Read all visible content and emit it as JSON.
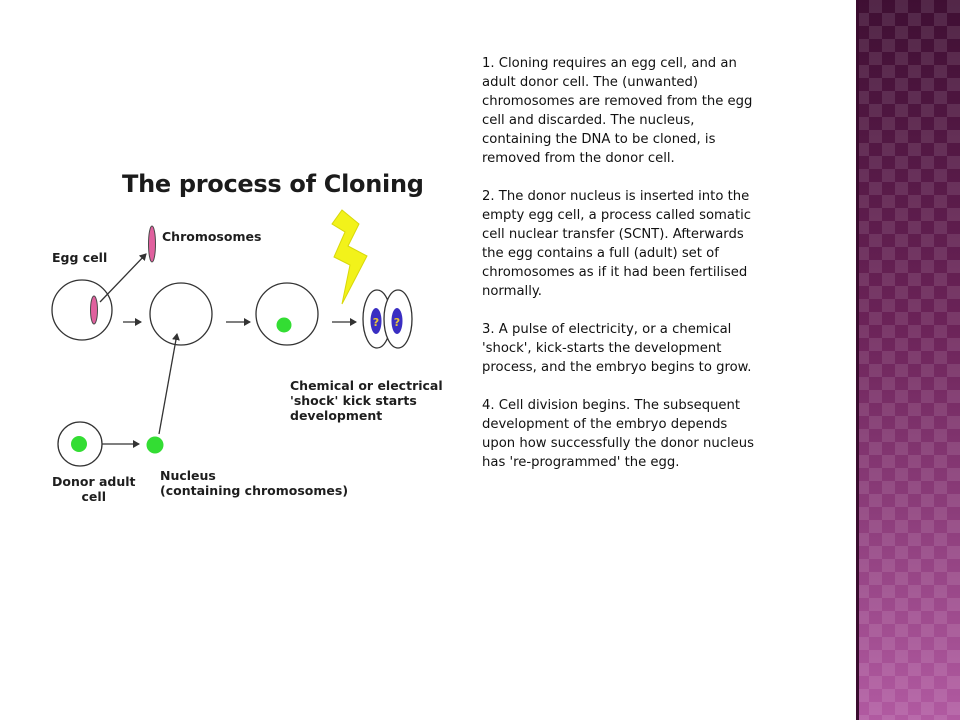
{
  "theme": {
    "sidebar_color": "#5a1a47",
    "sidebar_pattern": "diamond-lattice",
    "cell_green": "#33dd33",
    "chromosome_pink": "#e0609e",
    "shock_yellow": "#f2f21a",
    "embryo_blue": "#3a2ec2"
  },
  "diagram": {
    "title": "The process of Cloning",
    "labels": {
      "egg_cell": "Egg cell",
      "chromosomes": "Chromosomes",
      "donor_adult_cell": "Donor adult\ncell",
      "nucleus": "Nucleus\n(containing chromosomes)",
      "shock": "Chemical or electrical\n'shock' kick starts\ndevelopment",
      "embryo_mark": "?"
    },
    "icons": [
      "lightning-bolt-icon"
    ]
  },
  "steps": [
    "1. Cloning requires an egg cell, and an adult donor cell. The (unwanted) chromosomes are removed from the egg cell and discarded. The nucleus, containing the DNA to be cloned, is removed from the donor cell.",
    "2. The donor nucleus is inserted into the empty egg cell, a process called somatic cell nuclear transfer (SCNT). Afterwards the egg contains a full (adult) set of chromosomes as if it had been fertilised normally.",
    "3. A pulse of electricity, or a chemical 'shock', kick-starts the development process, and the embryo begins to grow.",
    "4. Cell division begins. The subsequent development of the embryo depends upon how successfully the donor nucleus has 're-programmed' the egg."
  ]
}
